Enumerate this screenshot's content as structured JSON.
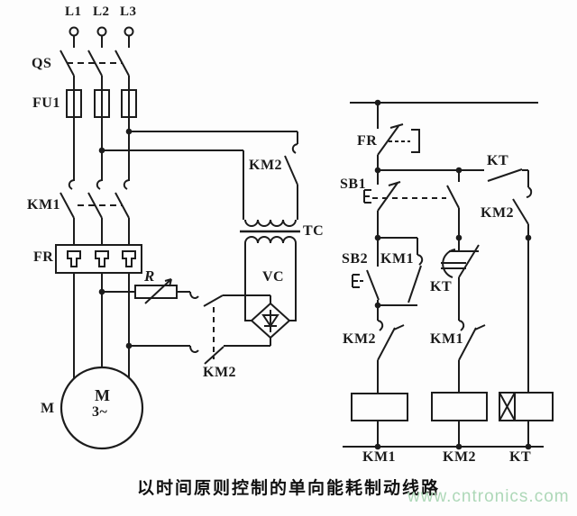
{
  "figure": {
    "caption": "以时间原则控制的单向能耗制动线路",
    "watermark": "www.cntronics.com"
  },
  "colors": {
    "line": "#1c1c1c",
    "background": "#fdfdfd",
    "watermark_green": "#aed8b8"
  },
  "labels": {
    "l1": "L1",
    "l2": "L2",
    "l3": "L3",
    "qs": "QS",
    "fu1": "FU1",
    "km1_main": "KM1",
    "fr_main": "FR",
    "r": "R",
    "km2_braking": "KM2",
    "km2_line": "KM2",
    "tc": "TC",
    "vc": "VC",
    "m_side": "M",
    "m_motor": "M",
    "m_phase": "3~",
    "fr_ctrl": "FR",
    "sb1": "SB1",
    "sb2": "SB2",
    "km1_hold": "KM1",
    "kt_top": "KT",
    "km2_aux": "KM2",
    "kt_delay": "KT",
    "km2_interlock": "KM2",
    "km1_interlock": "KM1",
    "km1_coil": "KM1",
    "km2_coil": "KM2",
    "kt_coil": "KT"
  }
}
